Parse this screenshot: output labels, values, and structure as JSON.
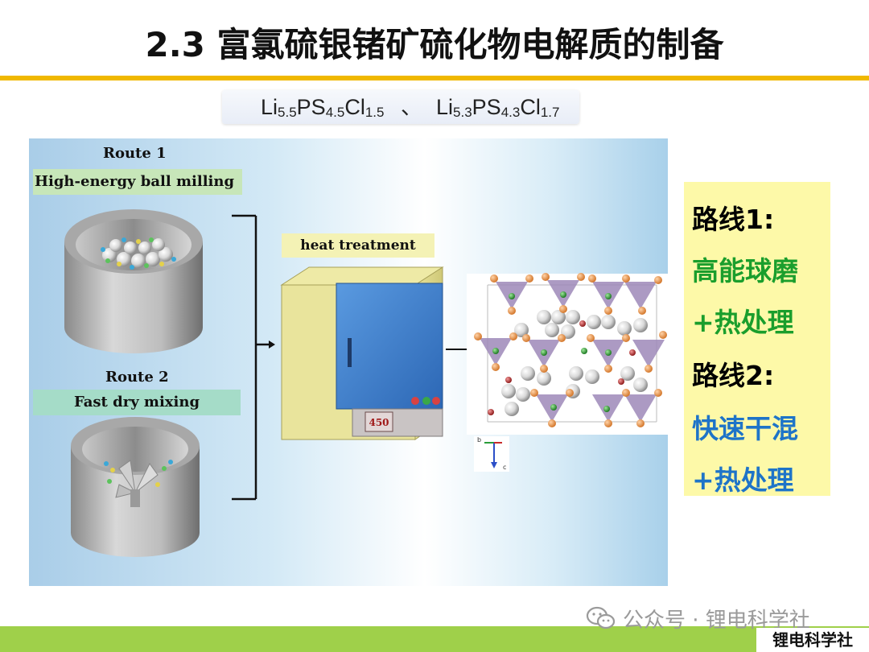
{
  "slide": {
    "title": "2.3 富氯硫银锗矿硫化物电解质的制备"
  },
  "formulas": {
    "f1": {
      "el1": "Li",
      "sub1": "5.5",
      "el2": "PS",
      "sub2": "4.5",
      "el3": "Cl",
      "sub3": "1.5"
    },
    "separator": "、",
    "f2": {
      "el1": "Li",
      "sub1": "5.3",
      "el2": "PS",
      "sub2": "4.3",
      "el3": "Cl",
      "sub3": "1.7"
    }
  },
  "figure": {
    "route1_title": "Route 1",
    "route1_method": "High-energy ball milling",
    "route2_title": "Route 2",
    "route2_method": "Fast dry mixing",
    "heat_label": "heat treatment",
    "furnace_display": "450",
    "axis_b": "b",
    "axis_c": "c"
  },
  "summary": {
    "route1_heading": "路线1:",
    "route1_line1": "高能球磨",
    "route1_line2": "+热处理",
    "route2_heading": "路线2:",
    "route2_line1": "快速干混",
    "route2_line2": "+热处理"
  },
  "watermark": {
    "text": "公众号 · 锂电科学社",
    "icon": "wechat-icon"
  },
  "footer": {
    "brand": "锂电科学社"
  },
  "colors": {
    "title_rule": "#f0b800",
    "footer_bar": "#9fd04a",
    "summary_bg": "#fdf9a8",
    "route1_text": "#1a9e2c",
    "route2_text": "#1e74c8",
    "furnace_blue": "#3a7fd0",
    "crystal_purple": "#9d88b8"
  }
}
